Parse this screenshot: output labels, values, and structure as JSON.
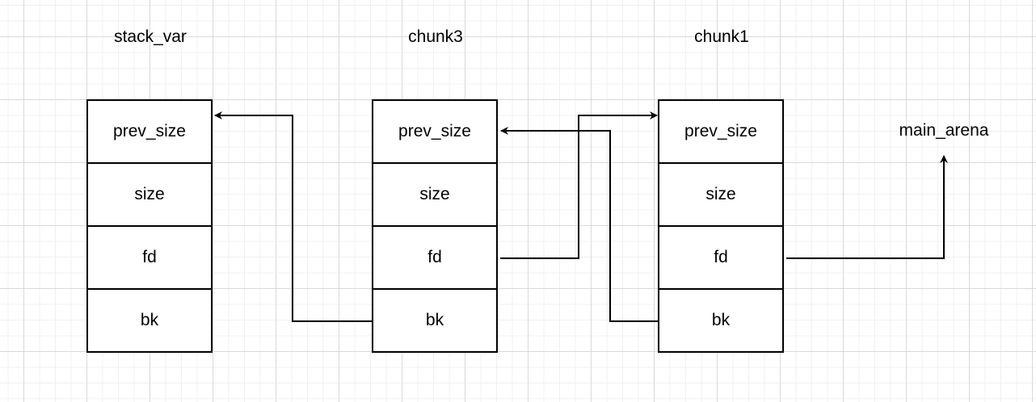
{
  "chunks": [
    {
      "title": "stack_var",
      "fields": [
        "prev_size",
        "size",
        "fd",
        "bk"
      ]
    },
    {
      "title": "chunk3",
      "fields": [
        "prev_size",
        "size",
        "fd",
        "bk"
      ]
    },
    {
      "title": "chunk1",
      "fields": [
        "prev_size",
        "size",
        "fd",
        "bk"
      ]
    }
  ],
  "main_arena_label": "main_arena"
}
